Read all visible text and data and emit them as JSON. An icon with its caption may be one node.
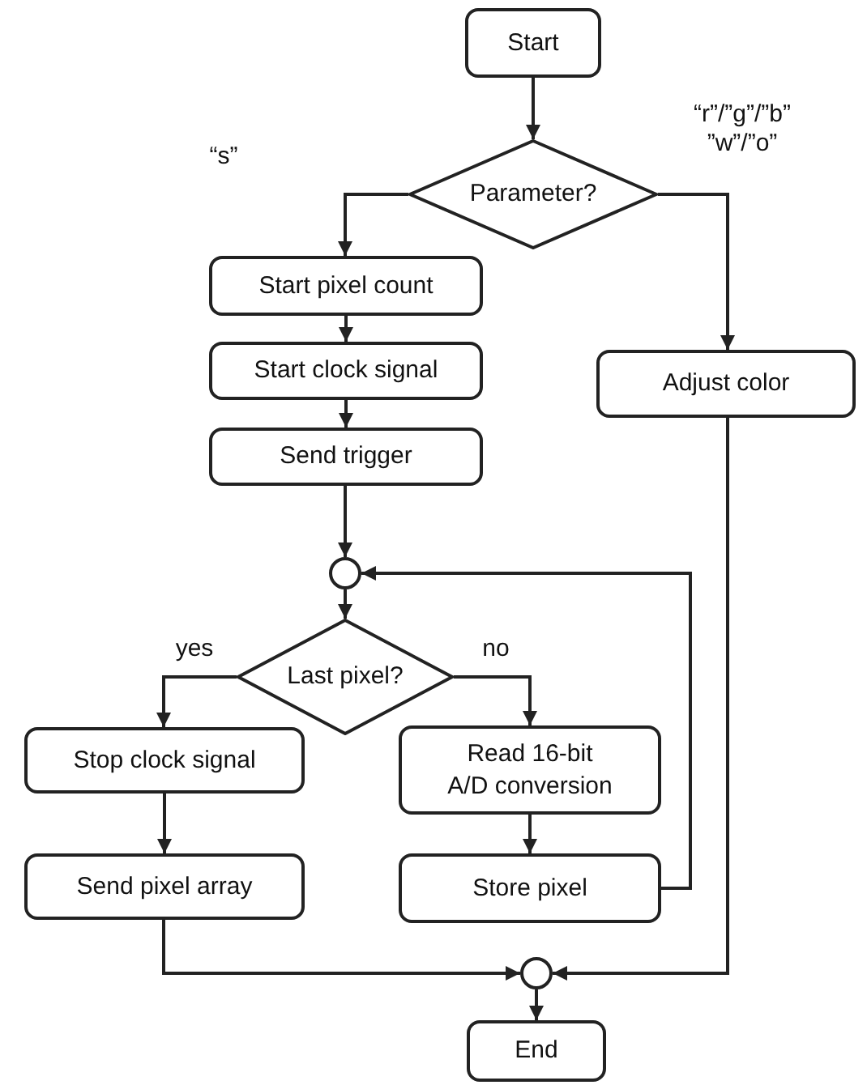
{
  "diagram": {
    "nodes": [
      {
        "text": [
          "Start"
        ]
      },
      {
        "text": [
          "Parameter?"
        ]
      },
      {
        "text": [
          "Start pixel count"
        ]
      },
      {
        "text": [
          "Start clock signal"
        ]
      },
      {
        "text": [
          "Adjust color"
        ]
      },
      {
        "text": [
          "Send trigger"
        ]
      },
      {
        "text": [],
        "shape": "circle"
      },
      {
        "text": [
          "Last pixel?"
        ]
      },
      {
        "text": [
          "Stop clock signal"
        ]
      },
      {
        "text": [
          "Read 16-bit A/D conversion"
        ]
      },
      {
        "text": [
          "Send pixel array"
        ]
      },
      {
        "text": [
          "Store pixel"
        ]
      },
      {
        "text": [],
        "shape": "circle"
      },
      {
        "text": [
          "End"
        ]
      }
    ],
    "edges": [
      {
        "from": 0,
        "to": 1,
        "arrow": "to"
      },
      {
        "from": 1,
        "to": 2,
        "arrow": "to",
        "label": "“s”"
      },
      {
        "from": 1,
        "to": 4,
        "arrow": "to",
        "label": "“r”/”g”/”b” ”w”/”o”"
      },
      {
        "from": 2,
        "to": 3,
        "arrow": "to"
      },
      {
        "from": 3,
        "to": 5,
        "arrow": "to"
      },
      {
        "from": 5,
        "to": 6,
        "arrow": "to"
      },
      {
        "from": 6,
        "to": 7,
        "arrow": "to"
      },
      {
        "from": 7,
        "to": 8,
        "arrow": "to",
        "label": "yes"
      },
      {
        "from": 7,
        "to": 9,
        "arrow": "to",
        "label": "no"
      },
      {
        "from": 8,
        "to": 10,
        "arrow": "to"
      },
      {
        "from": 9,
        "to": 11,
        "arrow": "to"
      },
      {
        "from": 11,
        "to": 6,
        "arrow": "to"
      },
      {
        "from": 10,
        "to": 12,
        "arrow": "to"
      },
      {
        "from": 4,
        "to": 12,
        "arrow": "to"
      },
      {
        "from": 12,
        "to": 13,
        "arrow": "to"
      }
    ]
  }
}
